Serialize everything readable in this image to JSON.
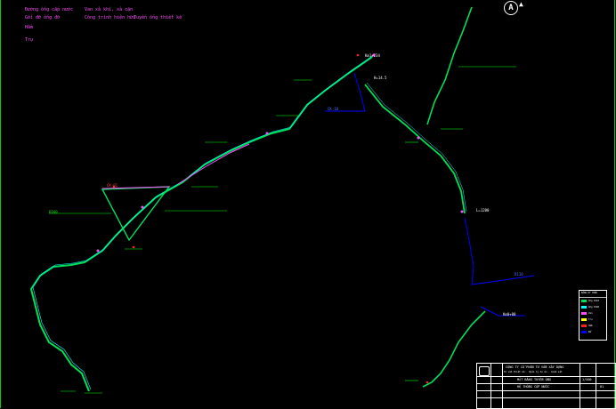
{
  "legend": {
    "a": "Đường ống cấp nước",
    "b": "Van xả khí, xả cặn",
    "c": "Gối đỡ ống đỡ",
    "d": "Công trình hiện hữu",
    "e": "Tuyến ống thiết kế",
    "f": "Hầm",
    "g": "Trụ"
  },
  "north_symbol": "A",
  "colors": {
    "pipe": "#00e05a",
    "pipe_alt": "#00ffff",
    "accent": "#ff4dff",
    "label_lead": "#00ff00",
    "callout": "#0000ff",
    "background": "#000000"
  },
  "callouts": {
    "c1": "CK-10",
    "c2": "Km1+234",
    "c3": "H=14.5",
    "c4": "L=1200",
    "c5": "D110",
    "c6": "Km0+00",
    "c7": "CK-01",
    "c8": "D160"
  },
  "title_block": {
    "company": "CÔNG TY CỔ PHẦN TƯ VẤN XÂY DỰNG",
    "subtitle": "Tư vấn thiết kế - Quản lý dự án - Giám sát",
    "drawing_title": "MẶT BẰNG TUYẾN ỐNG",
    "project": "HỆ THỐNG CẤP NƯỚC",
    "scale": "1/500",
    "sheet": "01"
  },
  "legend_table": {
    "title": "BẢNG KÝ HIỆU",
    "rows": [
      "Ống D110",
      "Ống D160",
      "Van",
      "Trụ",
      "Hầm",
      "Bể"
    ]
  }
}
